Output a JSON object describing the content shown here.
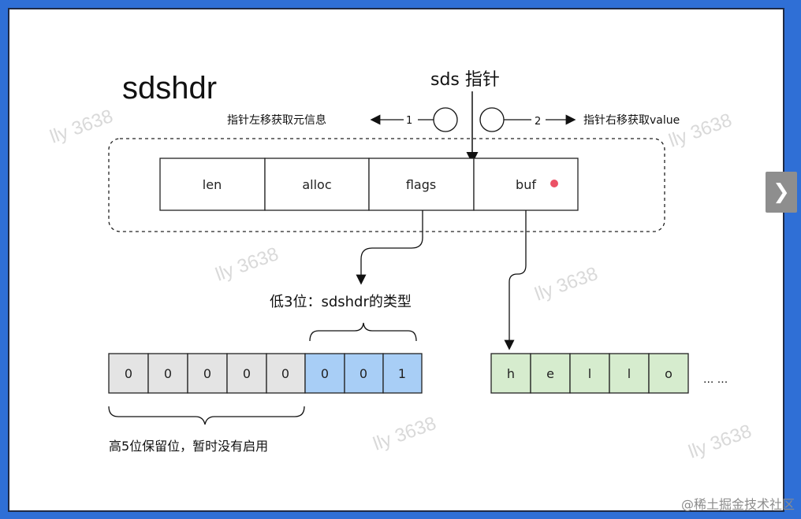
{
  "title": "sdshdr",
  "pointer_label": "sds 指针",
  "left_arrow": {
    "label": "指针左移获取元信息",
    "step": "1"
  },
  "right_arrow": {
    "label": "指针右移获取value",
    "step": "2"
  },
  "header_fields": [
    "len",
    "alloc",
    "flags",
    "buf"
  ],
  "flags_caption": "低3位：sdshdr的类型",
  "flag_bits": [
    "0",
    "0",
    "0",
    "0",
    "0",
    "0",
    "0",
    "1"
  ],
  "reserved_caption": "高5位保留位，暂时没有启用",
  "buf_chars": [
    "h",
    "e",
    "l",
    "l",
    "o"
  ],
  "buf_ellipsis": "... ...",
  "watermark": "lly 3638",
  "credit": "@稀土掘金技术社区",
  "colors": {
    "bit_reserved": "#e4e4e4",
    "bit_type": "#a8cef6",
    "buf_cell": "#d6ecce",
    "red_dot": "#e8324a"
  }
}
